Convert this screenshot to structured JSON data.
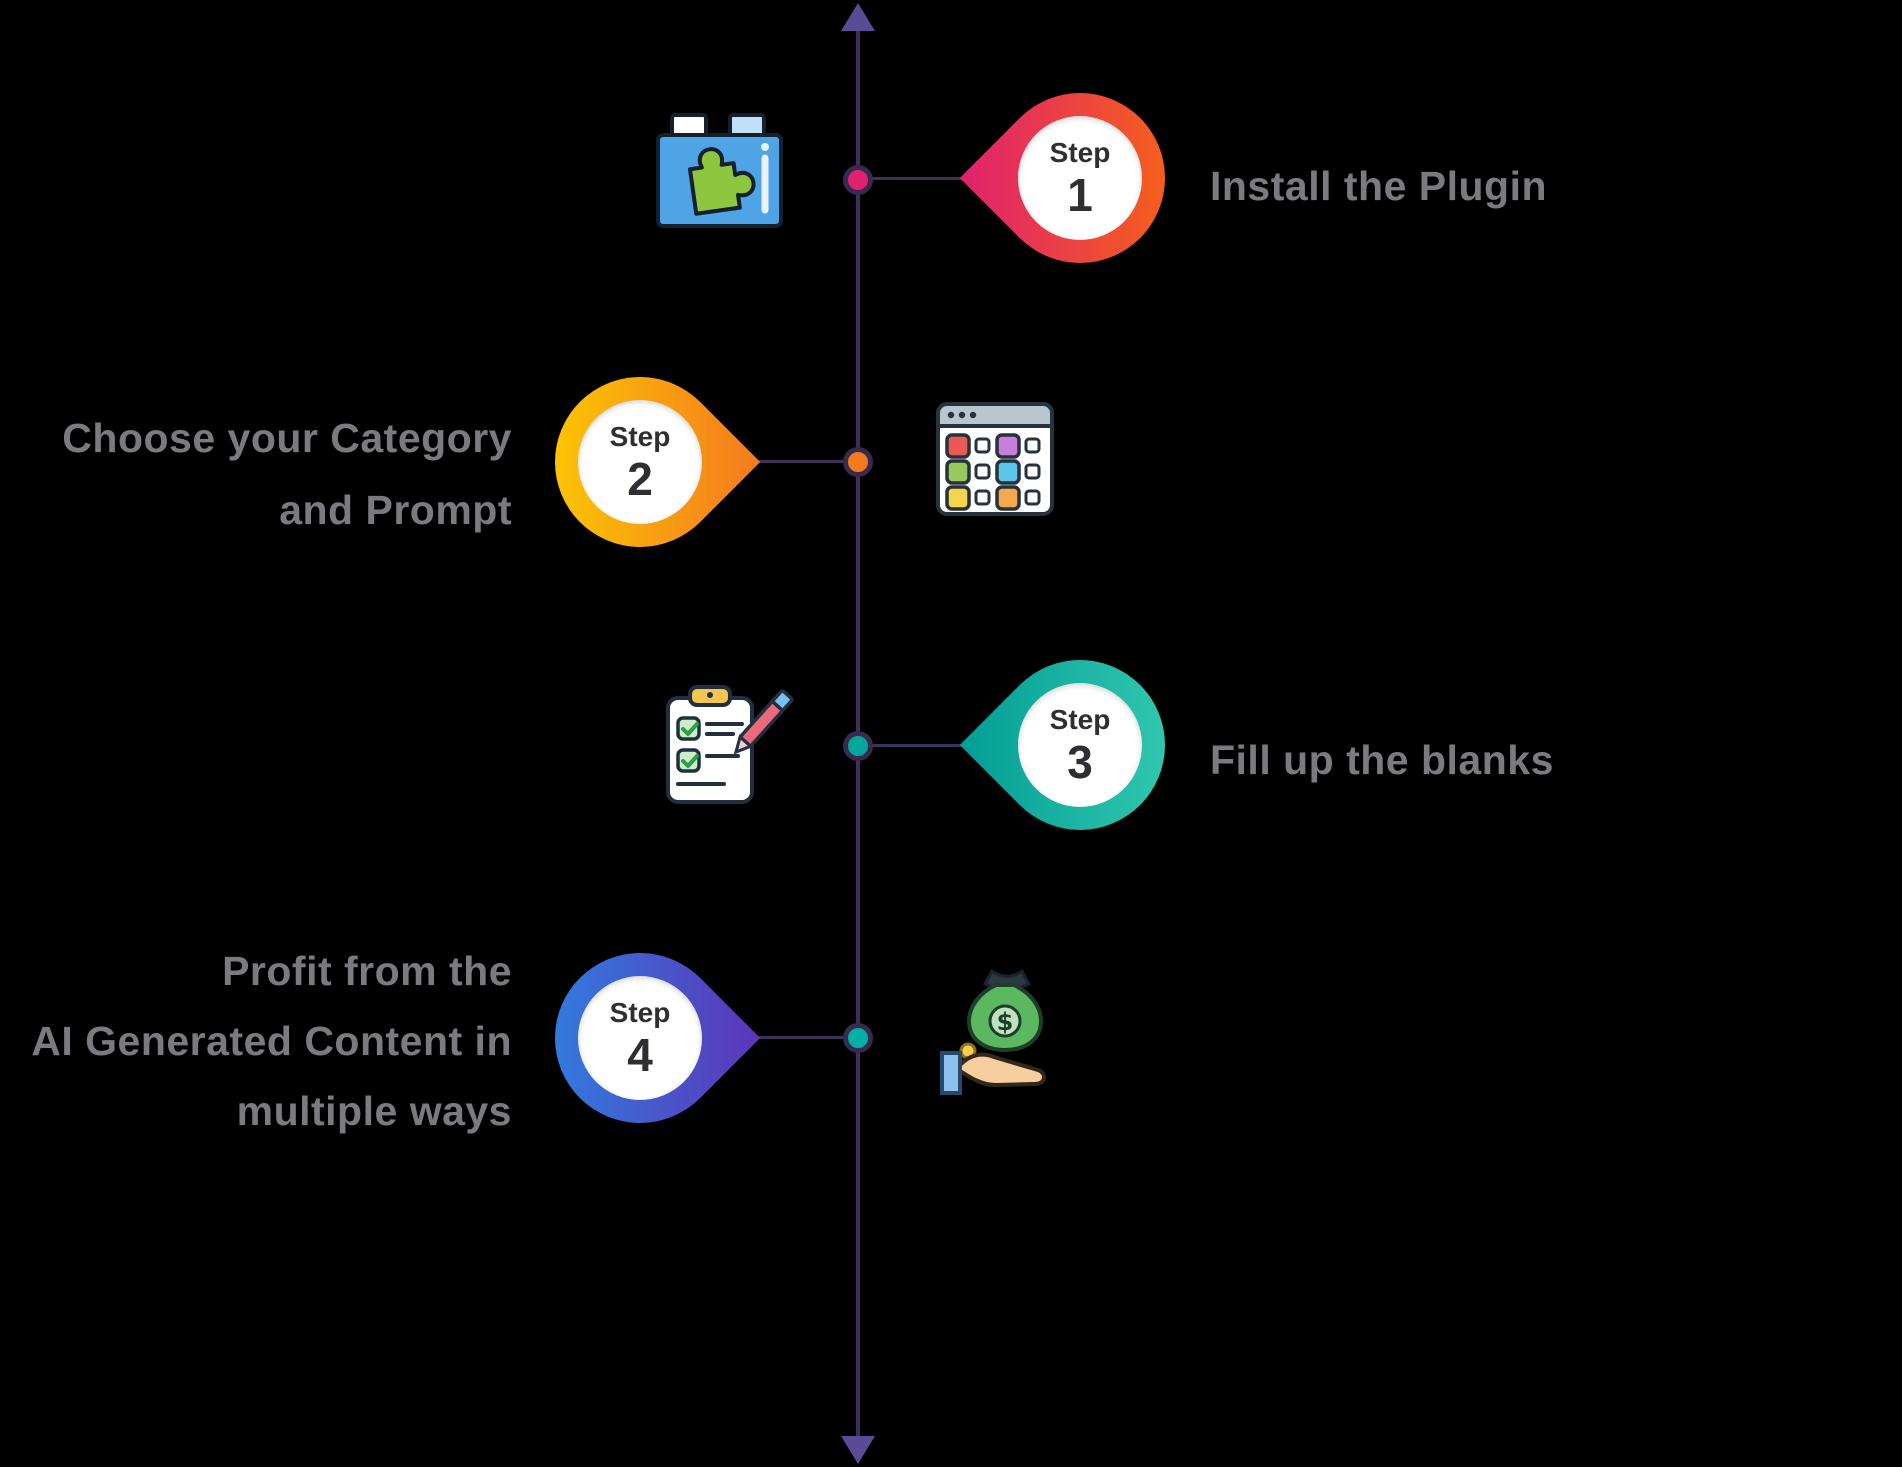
{
  "timeline": {
    "line_color": "#3e3059",
    "arrow_color": "#5a4b96"
  },
  "text_color": "#7b7a7e",
  "step_text_color": "#2e2e33",
  "badge_bg": "#ffffff",
  "steps": [
    {
      "icon": "plugin-icon",
      "step_label": "Step",
      "number": "1",
      "side": "right",
      "title_lines": [
        "Install the Plugin"
      ],
      "gradient_start": "#e0216f",
      "gradient_end": "#f9690e",
      "dot_color": "#e0216f"
    },
    {
      "icon": "category-grid-icon",
      "step_label": "Step",
      "number": "2",
      "side": "left",
      "title_lines": [
        "Choose your Category",
        "and Prompt"
      ],
      "gradient_start": "#fdd000",
      "gradient_end": "#f47a1f",
      "dot_color": "#f47a1f"
    },
    {
      "icon": "checklist-icon",
      "step_label": "Step",
      "number": "3",
      "side": "right",
      "title_lines": [
        "Fill up the blanks"
      ],
      "gradient_start": "#029e95",
      "gradient_end": "#38cdb2",
      "dot_color": "#02a79b"
    },
    {
      "icon": "money-hand-icon",
      "step_label": "Step",
      "number": "4",
      "side": "left",
      "title_lines": [
        "Profit from the",
        "AI Generated Content in",
        "multiple ways"
      ],
      "gradient_start": "#2b86e3",
      "gradient_end": "#5c35b8",
      "dot_color": "#00b0a4"
    }
  ]
}
